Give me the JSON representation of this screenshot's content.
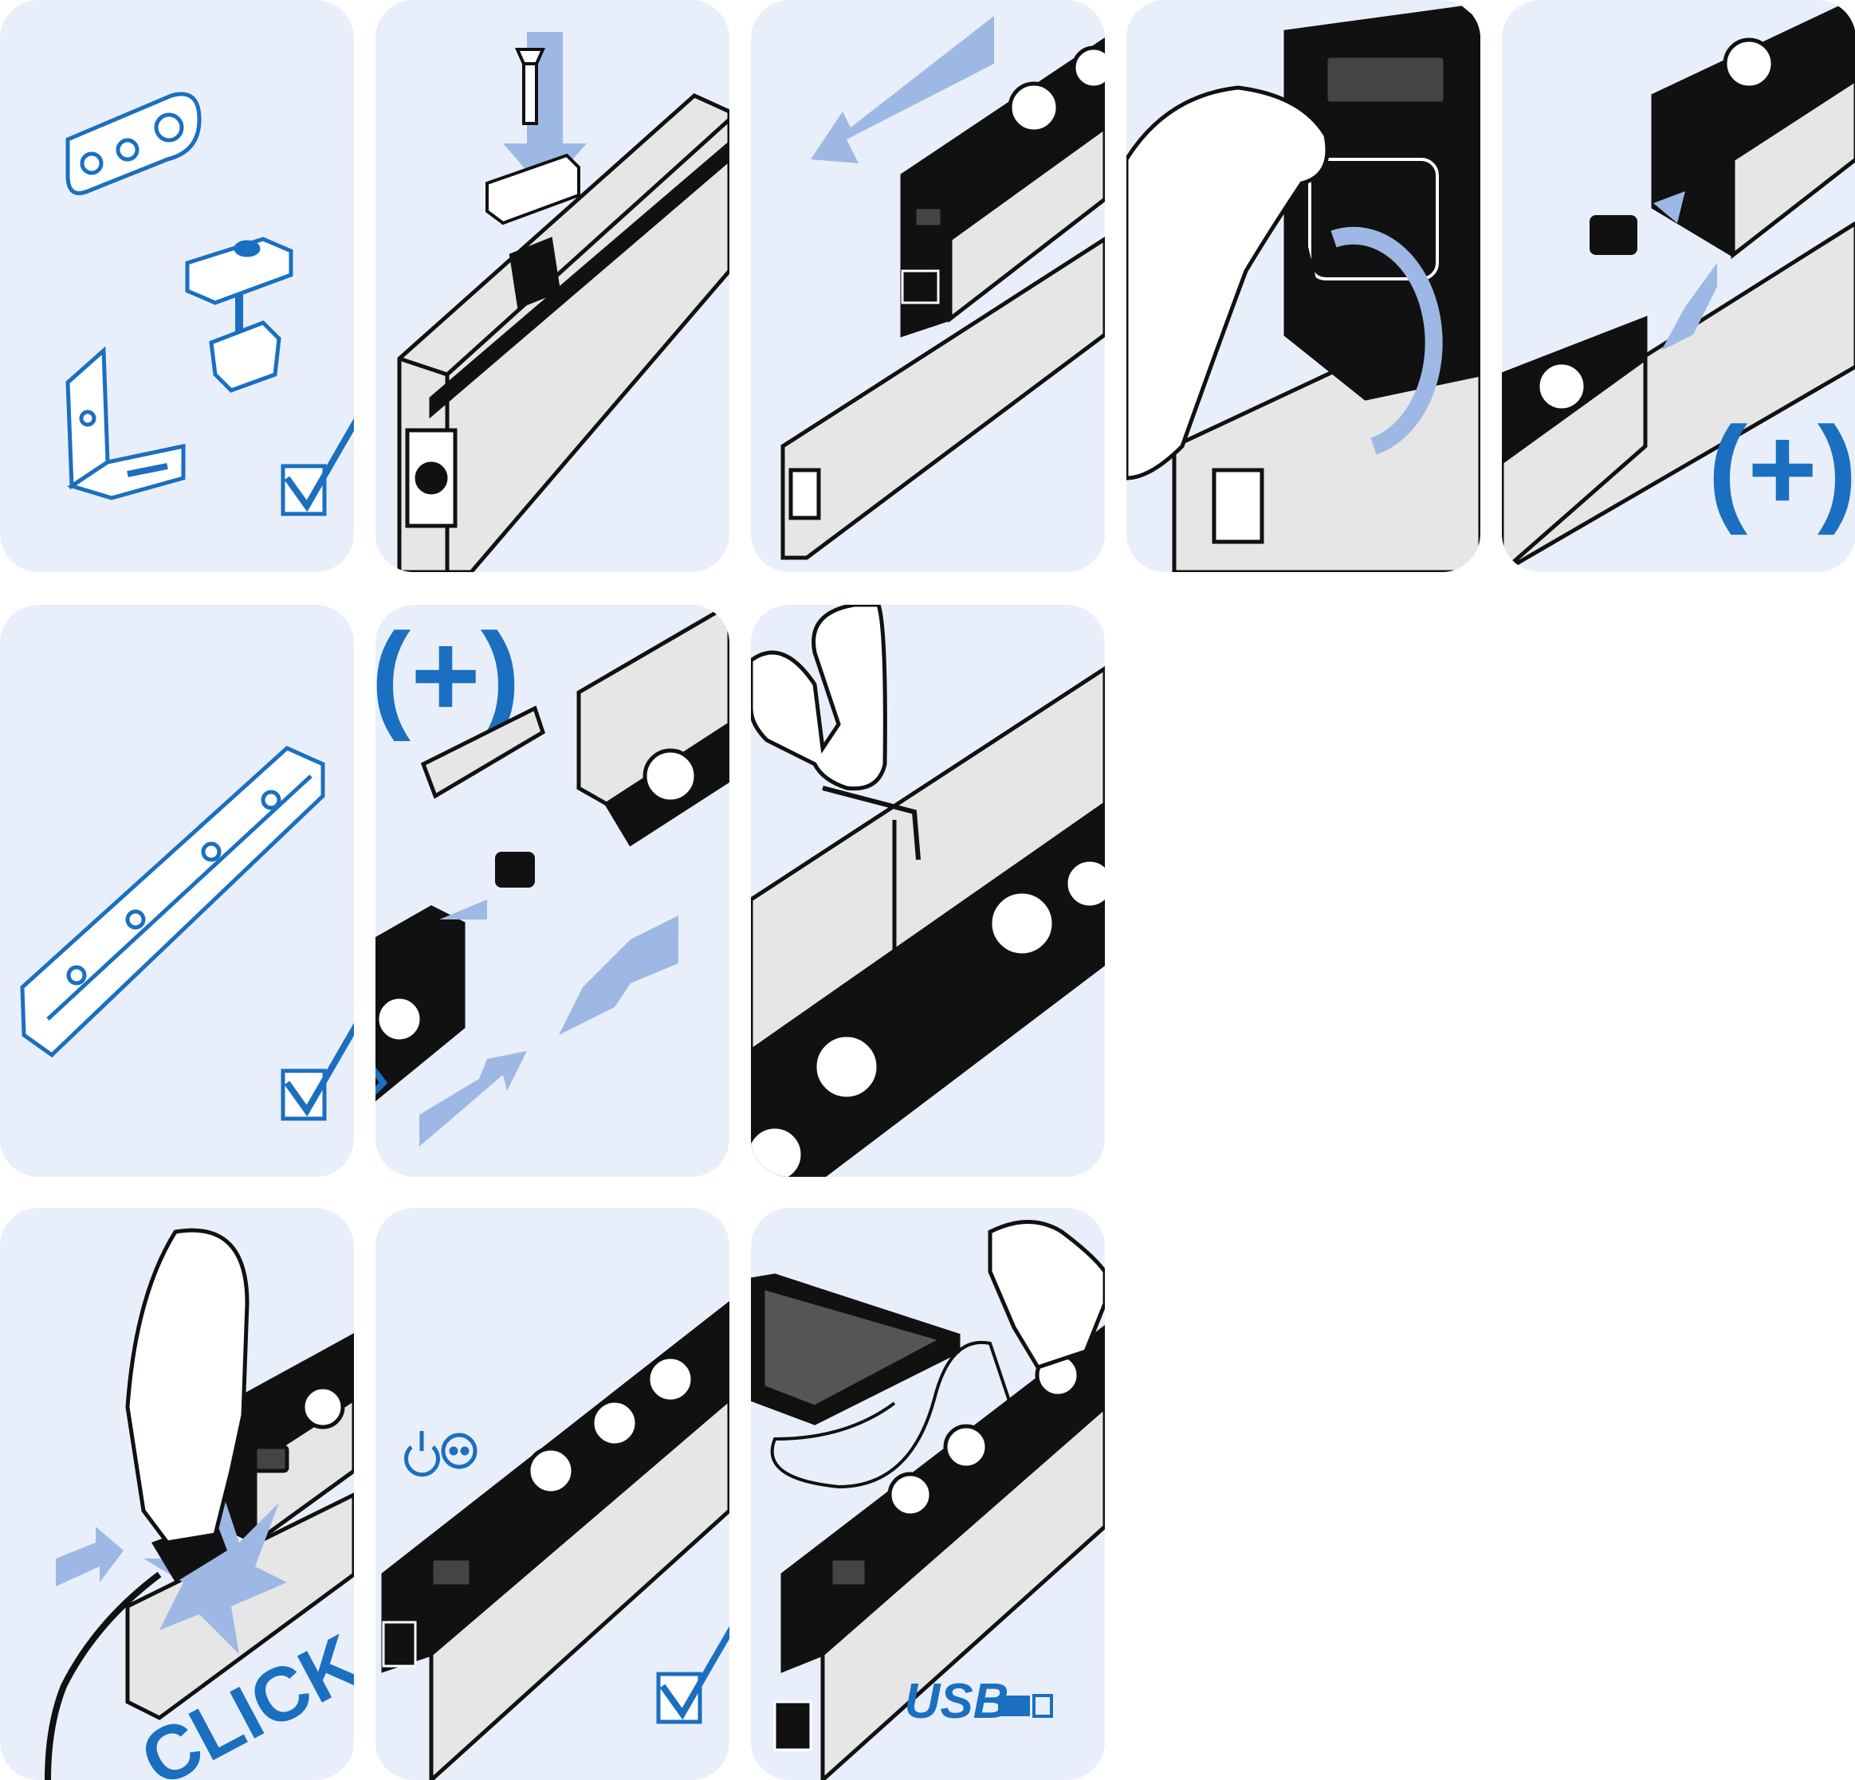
{
  "colors": {
    "panel_bg": "#e9effa",
    "accent_blue": "#1a6fc0",
    "arrow_blue": "#9db8e4",
    "outline": "#111111",
    "profile_grey": "#e6e6e6"
  },
  "panels": [
    {
      "id": "p1",
      "icons": [
        "bracket-plate",
        "t-slot-nut-screw",
        "angle-bracket",
        "check-mark"
      ]
    },
    {
      "id": "p2",
      "icons": [
        "countersunk-screw",
        "slot-nut",
        "aluminium-profile",
        "down-arrow"
      ]
    },
    {
      "id": "p3",
      "icons": [
        "left-arrow",
        "socket-strip-end",
        "aluminium-profile"
      ]
    },
    {
      "id": "p4",
      "icons": [
        "hand",
        "hex-key",
        "rotate-arrow",
        "socket-strip-end"
      ]
    },
    {
      "id": "p5",
      "icons": [
        "connector",
        "socket-strip",
        "plus-option"
      ],
      "option_text": "(+)"
    },
    {
      "id": "p6",
      "icons": [
        "connector-rail",
        "check-mark"
      ]
    },
    {
      "id": "p7",
      "icons": [
        "connector",
        "socket-strip",
        "join-arrows",
        "plus-option"
      ],
      "option_text": "(+)"
    },
    {
      "id": "p8",
      "icons": [
        "hand",
        "hex-key",
        "socket-strip-joined"
      ]
    },
    {
      "id": "p9",
      "icons": [
        "hand",
        "power-plug",
        "click-burst",
        "right-arrow"
      ],
      "click_text": "CLICK"
    },
    {
      "id": "p10",
      "icons": [
        "power-switch",
        "socket-symbol",
        "socket-strip",
        "check-mark"
      ]
    },
    {
      "id": "p11",
      "icons": [
        "smartphone",
        "usb-cable",
        "hand",
        "socket-strip"
      ],
      "usb_text": "USB"
    }
  ]
}
